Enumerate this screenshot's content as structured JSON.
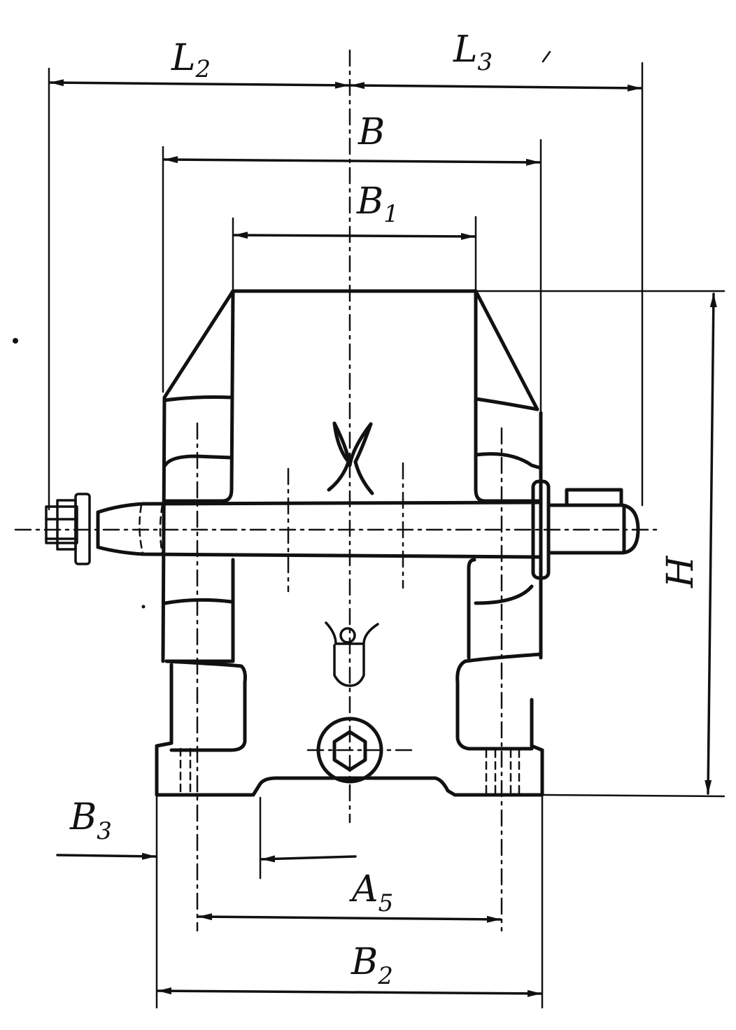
{
  "dimensions": {
    "L2": {
      "main": "L",
      "sub": "2"
    },
    "L3": {
      "main": "L",
      "sub": "3"
    },
    "B": {
      "main": "B"
    },
    "B1": {
      "main": "B",
      "sub": "1"
    },
    "H": {
      "main": "H"
    },
    "B3": {
      "main": "B",
      "sub": "3"
    },
    "A5": {
      "main": "A",
      "sub": "5"
    },
    "B2": {
      "main": "B",
      "sub": "2"
    }
  }
}
